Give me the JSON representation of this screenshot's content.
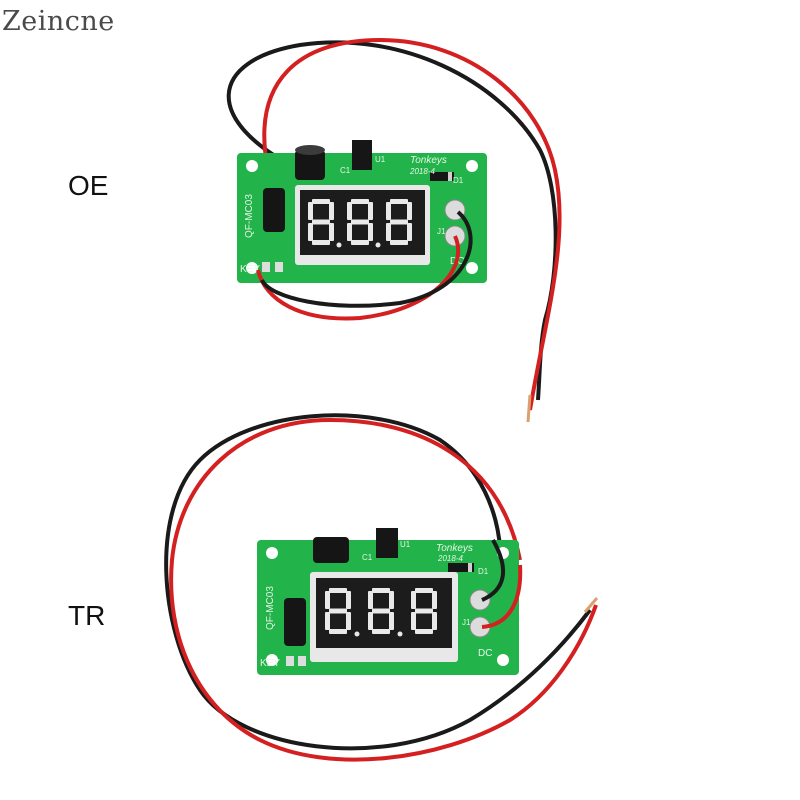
{
  "brand": "Zeincne",
  "modules": [
    {
      "label": "OE",
      "pcb_text": "Tonkeys",
      "date_text": "2018-4",
      "model_text": "QF-MC03",
      "key_text": "KEY",
      "dc_text": "DC",
      "u1_text": "U1",
      "d1_text": "D1",
      "j1_text": "J1",
      "c1_text": "C1"
    },
    {
      "label": "TR",
      "pcb_text": "Tonkeys",
      "date_text": "2018-4",
      "model_text": "QF-MC03",
      "key_text": "KEY",
      "dc_text": "DC",
      "u1_text": "U1",
      "d1_text": "D1",
      "j1_text": "J1",
      "c1_text": "C1"
    }
  ],
  "colors": {
    "pcb": "#22b34a",
    "display": "#1c1c1c",
    "segment": "#e9e9e9",
    "wire_red": "#d42020",
    "wire_black": "#1a1a1a"
  }
}
